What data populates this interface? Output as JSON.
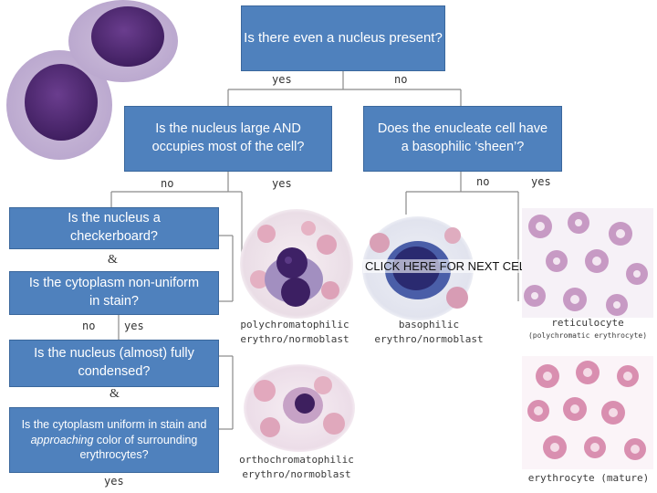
{
  "questions": {
    "q1": "Is there even a nucleus present?",
    "q2": "Is the nucleus large AND occupies most of the cell?",
    "q3": "Does the enucleate cell have a basophilic ‘sheen’?",
    "q4": "Is the nucleus a checkerboard?",
    "q5": "Is the cytoplasm non-uniform in stain?",
    "q6": "Is the nucleus (almost) fully condensed?",
    "q7_pre": "Is the cytoplasm uniform in stain and ",
    "q7_em": "approaching",
    "q7_post": " color of surrounding erythrocytes?"
  },
  "answers": {
    "q1_yes": "yes",
    "q1_no": "no",
    "q2_no": "no",
    "q2_yes": "yes",
    "q3_no": "no",
    "q3_yes": "yes",
    "q4q5_and": "&",
    "q5_no": "no",
    "q5_yes": "yes",
    "q6q7_and": "&",
    "q7_yes": "yes"
  },
  "captions": {
    "polychromatophilic_1": "polychromatophilic",
    "polychromatophilic_2": "erythro/normoblast",
    "basophilic_1": "basophilic",
    "basophilic_2": "erythro/normoblast",
    "reticulocyte_1": "reticulocyte",
    "reticulocyte_2": "(polychromatic erythrocyte)",
    "orthochromatophilic_1": "orthochromatophilic",
    "orthochromatophilic_2": "erythro/normoblast",
    "erythrocyte": "erythrocyte (mature)"
  },
  "link": {
    "next": "CLICK HERE FOR NEXT CELL"
  },
  "colors": {
    "box": "#4f81bd",
    "box_border": "#3a679c",
    "line": "#8a8a8a"
  }
}
